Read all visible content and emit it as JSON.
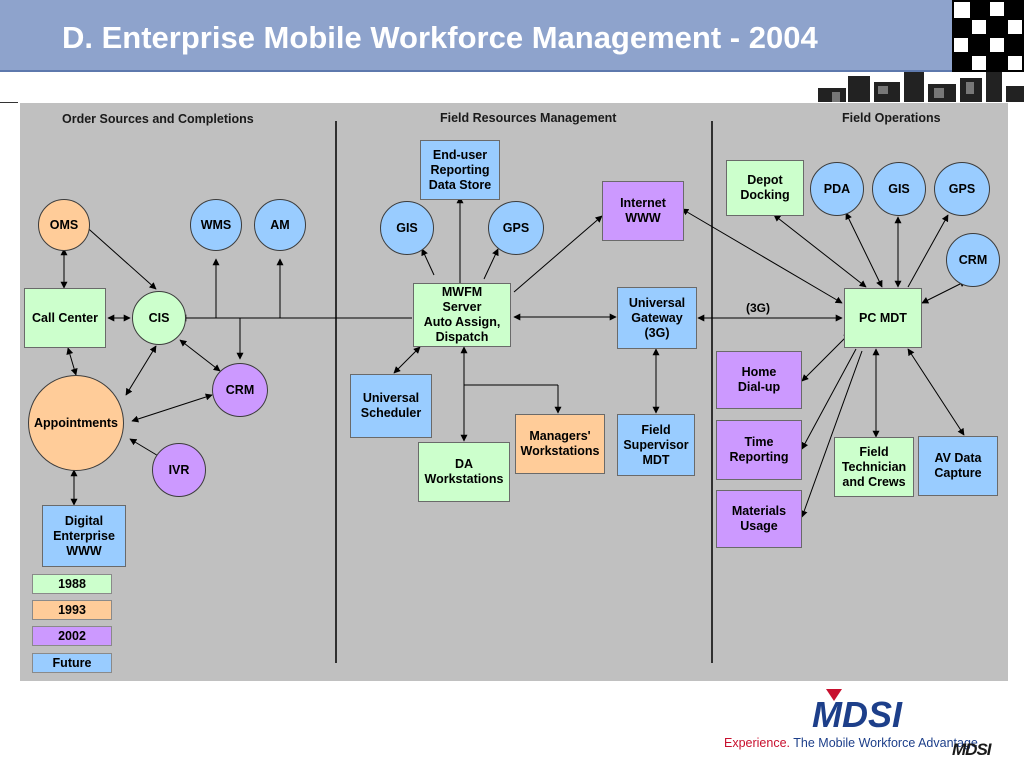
{
  "slide_title": "D. Enterprise Mobile Workforce Management - 2004",
  "sections": {
    "order_sources": "Order Sources and Completions",
    "field_resources": "Field Resources Management",
    "field_operations": "Field Operations"
  },
  "nodes": {
    "oms": "OMS",
    "wms": "WMS",
    "am": "AM",
    "call_center": "Call Center",
    "cis": "CIS",
    "crm_left": "CRM",
    "appointments": "Appointments",
    "ivr": "IVR",
    "digital_enterprise": "Digital\nEnterprise\nWWW",
    "end_user_reporting": "End-user\nReporting\nData Store",
    "gis_center": "GIS",
    "gps_center": "GPS",
    "internet": "Internet\nWWW",
    "mwfm_server": "MWFM\nServer\nAuto Assign,\nDispatch",
    "universal_gateway": "Universal\nGateway\n(3G)",
    "universal_scheduler": "Universal\nScheduler",
    "da_workstations": "DA\nWorkstations",
    "managers_workstations": "Managers'\nWorkstations",
    "field_supervisor": "Field\nSupervisor\nMDT",
    "depot_docking": "Depot\nDocking",
    "pda": "PDA",
    "gis_right": "GIS",
    "gps_right": "GPS",
    "crm_right": "CRM",
    "pc_mdt": "PC MDT",
    "home_dialup": "Home\nDial-up",
    "time_reporting": "Time\nReporting",
    "materials_usage": "Materials\nUsage",
    "field_technician": "Field\nTechnician\nand Crews",
    "av_data_capture": "AV Data\nCapture"
  },
  "edge_labels": {
    "gateway_pc_mdt": "(3G)"
  },
  "legend": [
    {
      "label": "1988",
      "color": "#ccffcc"
    },
    {
      "label": "1993",
      "color": "#ffcc99"
    },
    {
      "label": "2002",
      "color": "#cc99ff"
    },
    {
      "label": "Future",
      "color": "#99ccff"
    }
  ],
  "branding": {
    "logo_text": "MDSI",
    "tagline_red": "Experience.",
    "tagline_blue": " The Mobile Workforce Advantage",
    "mini_logo": "MDSI"
  },
  "colors": {
    "header": "#8ea3cc",
    "canvas": "#c0c0c0",
    "era_1988": "#ccffcc",
    "era_1993": "#ffcc99",
    "era_2002": "#cc99ff",
    "era_future": "#99ccff",
    "brand_blue": "#1d3f8a",
    "brand_red": "#c8102e"
  }
}
